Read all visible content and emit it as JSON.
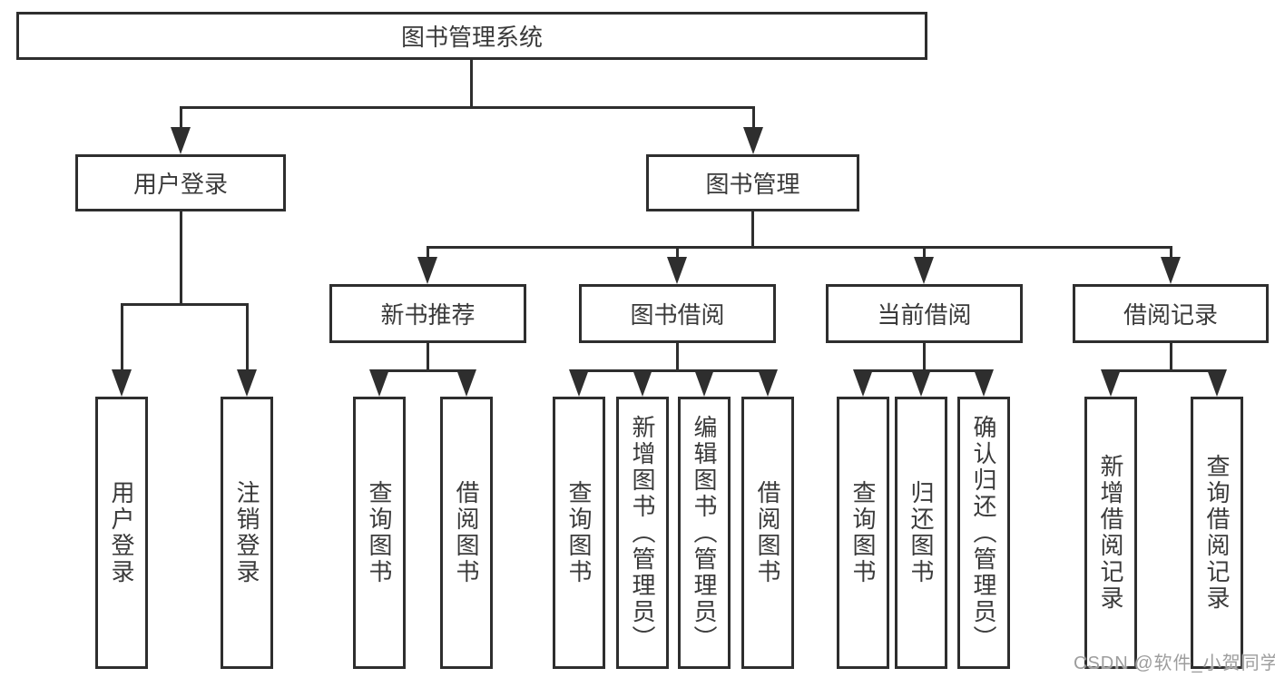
{
  "diagram": {
    "type": "hierarchy",
    "line_color": "#2e2e2e",
    "text_color": "#3a3a3a",
    "background": "#ffffff"
  },
  "tree": {
    "root": {
      "label": "图书管理系统",
      "children": [
        {
          "label": "用户登录",
          "children": [
            {
              "label": "用户登录"
            },
            {
              "label": "注销登录"
            }
          ]
        },
        {
          "label": "图书管理",
          "children": [
            {
              "label": "新书推荐",
              "children": [
                {
                  "label": "查询图书"
                },
                {
                  "label": "借阅图书"
                }
              ]
            },
            {
              "label": "图书借阅",
              "children": [
                {
                  "label": "查询图书"
                },
                {
                  "label": "新增图书（管理员）"
                },
                {
                  "label": "编辑图书（管理员）"
                },
                {
                  "label": "借阅图书"
                }
              ]
            },
            {
              "label": "当前借阅",
              "children": [
                {
                  "label": "查询图书"
                },
                {
                  "label": "归还图书"
                },
                {
                  "label": "确认归还（管理员）"
                }
              ]
            },
            {
              "label": "借阅记录",
              "children": [
                {
                  "label": "新增借阅记录"
                },
                {
                  "label": "查询借阅记录"
                }
              ]
            }
          ]
        }
      ]
    }
  },
  "watermark": {
    "text": "CSDN @软件_小贺同学",
    "color": "#9d9d9d"
  }
}
